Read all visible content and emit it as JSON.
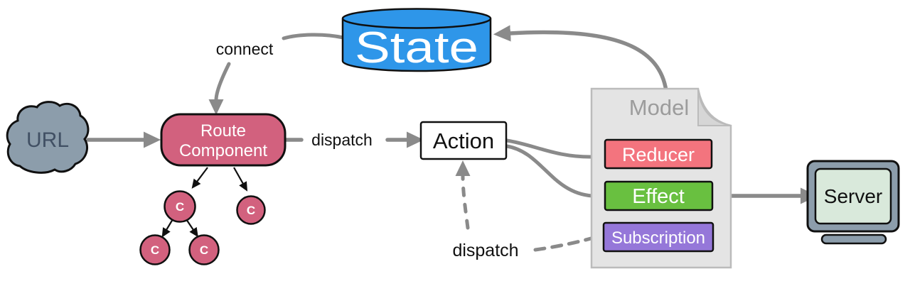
{
  "nodes": {
    "url": {
      "label": "URL"
    },
    "route_component": {
      "line1": "Route",
      "line2": "Component"
    },
    "component_tree": {
      "node_label": "C"
    },
    "state": {
      "label": "State"
    },
    "action": {
      "label": "Action"
    },
    "model": {
      "label": "Model"
    },
    "reducer": {
      "label": "Reducer"
    },
    "effect": {
      "label": "Effect"
    },
    "subscription": {
      "label": "Subscription"
    },
    "server": {
      "label": "Server"
    }
  },
  "edge_labels": {
    "connect": "connect",
    "dispatch_top": "dispatch",
    "dispatch_bottom": "dispatch"
  },
  "colors": {
    "state_fill": "#2E96E9",
    "route_fill": "#D2617E",
    "circle_fill": "#D2617E",
    "reducer_fill": "#F3747E",
    "effect_fill": "#69C040",
    "subscription_fill": "#9577D9",
    "model_fill": "#E4E4E4",
    "model_flap_fill": "#D6D6D6",
    "cloud_fill": "#8C9DAB",
    "monitor_frame_fill": "#8C9DAB",
    "server_screen_fill": "#D9E9DB",
    "action_fill": "#FFFFFF",
    "arrow_gray": "#8A8A8A",
    "outline_black": "#101010",
    "model_text": "#9C9C9C",
    "url_text": "#415064"
  }
}
